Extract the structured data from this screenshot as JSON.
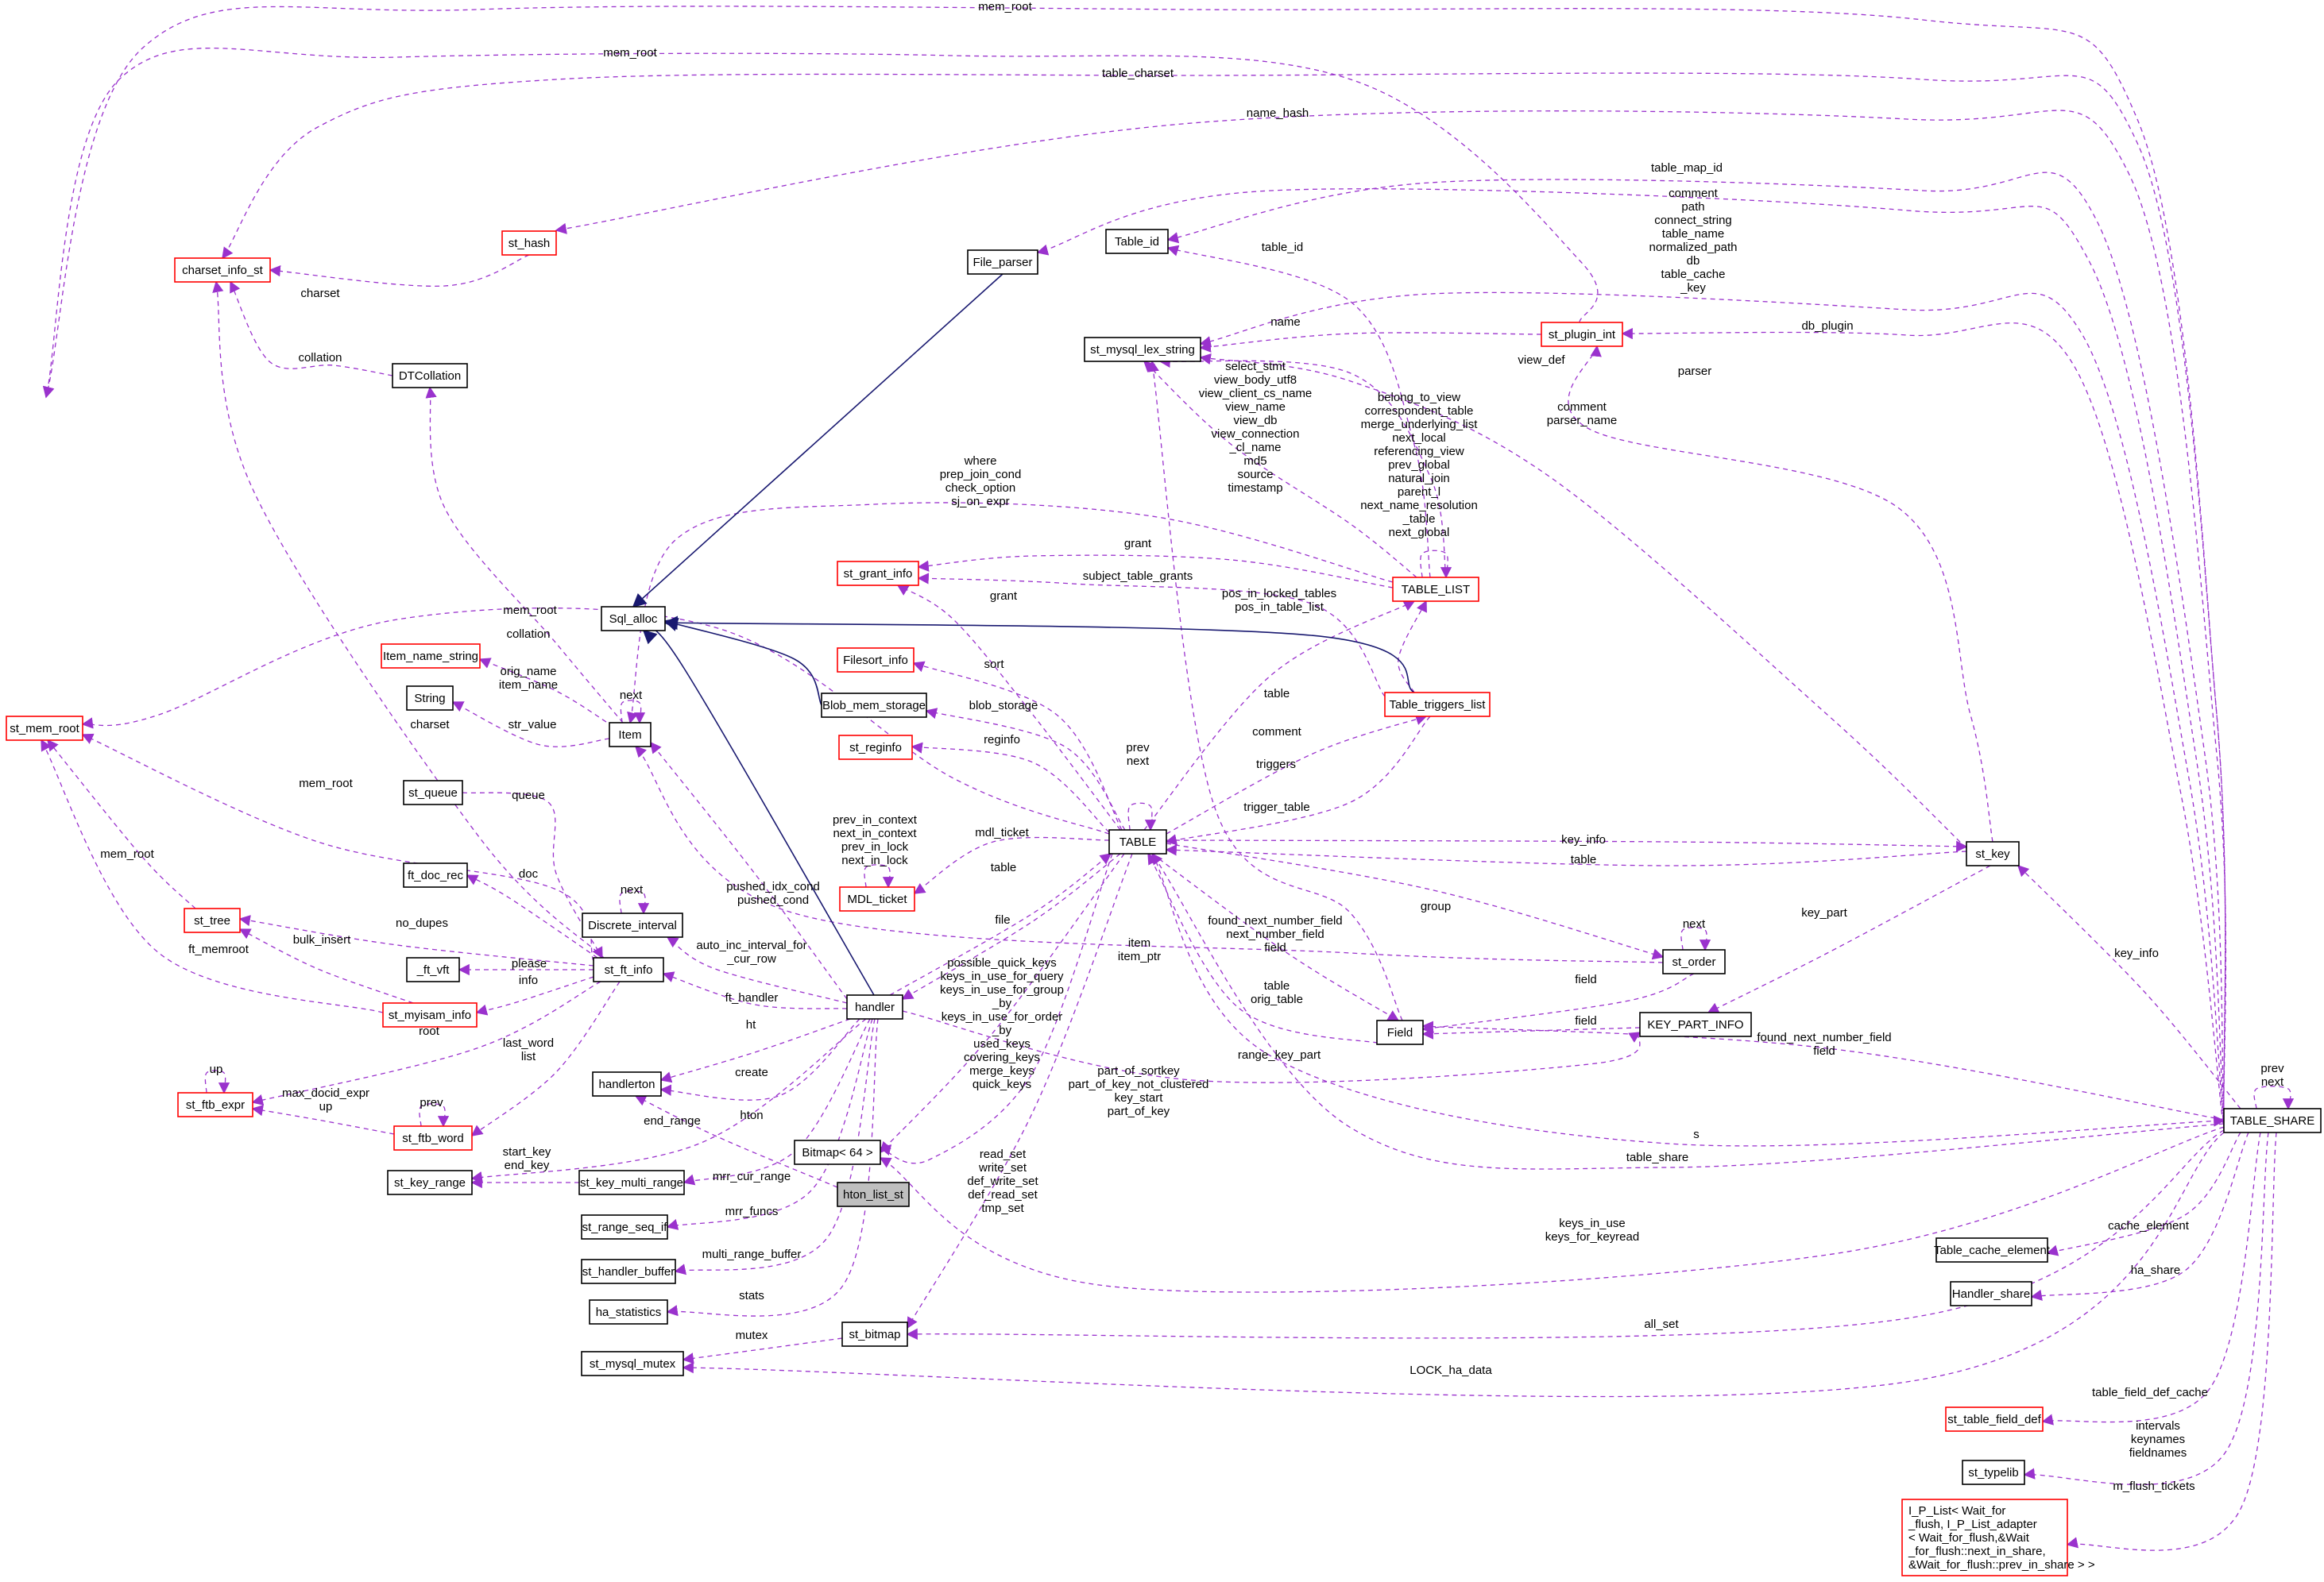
{
  "colors": {
    "background": "#ffffff",
    "usage_edge": "#9a32cd",
    "inherit_edge": "#191970",
    "node_border": "#000000",
    "undocumented_border": "#ff0000",
    "focus_fill": "#bfbfbf",
    "text": "#000000"
  },
  "nodes": [
    {
      "id": "st_mem_root",
      "label": "st_mem_root",
      "red": true
    },
    {
      "id": "charset_info_st",
      "label": "charset_info_st",
      "red": true
    },
    {
      "id": "st_hash",
      "label": "st_hash",
      "red": true
    },
    {
      "id": "dtcollation",
      "label": "DTCollation",
      "red": false
    },
    {
      "id": "file_parser",
      "label": "File_parser",
      "red": false
    },
    {
      "id": "table_id",
      "label": "Table_id",
      "red": false
    },
    {
      "id": "st_mysql_lex_string",
      "label": "st_mysql_lex_string",
      "red": false
    },
    {
      "id": "st_plugin_int",
      "label": "st_plugin_int",
      "red": true
    },
    {
      "id": "st_grant_info",
      "label": "st_grant_info",
      "red": true
    },
    {
      "id": "table_list",
      "label": "TABLE_LIST",
      "red": true
    },
    {
      "id": "sql_alloc",
      "label": "Sql_alloc",
      "red": false
    },
    {
      "id": "item_name_string",
      "label": "Item_name_string",
      "red": true
    },
    {
      "id": "filesort_info",
      "label": "Filesort_info",
      "red": true
    },
    {
      "id": "table_triggers_list",
      "label": "Table_triggers_list",
      "red": true
    },
    {
      "id": "string",
      "label": "String",
      "red": false
    },
    {
      "id": "item",
      "label": "Item",
      "red": false
    },
    {
      "id": "blob_mem_storage",
      "label": "Blob_mem_storage",
      "red": false
    },
    {
      "id": "st_reginfo",
      "label": "st_reginfo",
      "red": true
    },
    {
      "id": "st_queue",
      "label": "st_queue",
      "red": false
    },
    {
      "id": "table",
      "label": "TABLE",
      "red": false
    },
    {
      "id": "st_key",
      "label": "st_key",
      "red": false
    },
    {
      "id": "mdl_ticket",
      "label": "MDL_ticket",
      "red": true
    },
    {
      "id": "ft_doc_rec",
      "label": "ft_doc_rec",
      "red": false
    },
    {
      "id": "discrete_interval",
      "label": "Discrete_interval",
      "red": false
    },
    {
      "id": "st_tree",
      "label": "st_tree",
      "red": true
    },
    {
      "id": "st_order",
      "label": "st_order",
      "red": false
    },
    {
      "id": "ft_vft",
      "label": "_ft_vft",
      "red": false
    },
    {
      "id": "st_ft_info",
      "label": "st_ft_info",
      "red": false
    },
    {
      "id": "handler",
      "label": "handler",
      "red": false
    },
    {
      "id": "st_myisam_info",
      "label": "st_myisam_info",
      "red": true
    },
    {
      "id": "field",
      "label": "Field",
      "red": false
    },
    {
      "id": "key_part_info",
      "label": "KEY_PART_INFO",
      "red": false
    },
    {
      "id": "handlerton",
      "label": "handlerton",
      "red": false
    },
    {
      "id": "st_ftb_expr",
      "label": "st_ftb_expr",
      "red": true
    },
    {
      "id": "table_share",
      "label": "TABLE_SHARE",
      "red": false
    },
    {
      "id": "st_ftb_word",
      "label": "st_ftb_word",
      "red": true
    },
    {
      "id": "bitmap64",
      "label": "Bitmap< 64 >",
      "red": false
    },
    {
      "id": "st_key_range",
      "label": "st_key_range",
      "red": false
    },
    {
      "id": "st_key_multi_range",
      "label": "st_key_multi_range",
      "red": false
    },
    {
      "id": "hton_list_st",
      "label": "hton_list_st",
      "red": false,
      "focus": true
    },
    {
      "id": "st_range_seq_if",
      "label": "st_range_seq_if",
      "red": false
    },
    {
      "id": "table_cache_element",
      "label": "Table_cache_element",
      "red": false
    },
    {
      "id": "st_handler_buffer",
      "label": "st_handler_buffer",
      "red": false
    },
    {
      "id": "handler_share",
      "label": "Handler_share",
      "red": false
    },
    {
      "id": "ha_statistics",
      "label": "ha_statistics",
      "red": false
    },
    {
      "id": "st_bitmap",
      "label": "st_bitmap",
      "red": false
    },
    {
      "id": "st_mysql_mutex",
      "label": "st_mysql_mutex",
      "red": false
    },
    {
      "id": "st_table_field_def",
      "label": "st_table_field_def",
      "red": true
    },
    {
      "id": "st_typelib",
      "label": "st_typelib",
      "red": false
    },
    {
      "id": "i_p_list",
      "label": "I_P_List< Wait_for\n_flush, I_P_List_adapter\n< Wait_for_flush,&Wait\n_for_flush::next_in_share,\n&Wait_for_flush::prev_in_share > >",
      "red": true
    }
  ],
  "edges": [
    {
      "from": "table_share",
      "to": "st_mem_root",
      "label": "mem_root"
    },
    {
      "from": "st_plugin_int",
      "to": "st_mem_root",
      "label": "mem_root"
    },
    {
      "from": "table_share",
      "to": "charset_info_st",
      "label": "table_charset"
    },
    {
      "from": "table_share",
      "to": "st_hash",
      "label": "name_hash"
    },
    {
      "from": "st_hash",
      "to": "charset_info_st",
      "label": "charset"
    },
    {
      "from": "dtcollation",
      "to": "charset_info_st",
      "label": "collation"
    },
    {
      "from": "table_share",
      "to": "table_id",
      "label": "table_map_id"
    },
    {
      "from": "table_share",
      "to": "file_parser",
      "label": ""
    },
    {
      "from": "table_share",
      "to": "st_mysql_lex_string",
      "label": "comment\npath\nconnect_string\ntable_name\nnormalized_path\ndb\ntable_cache\n_key"
    },
    {
      "from": "table_share",
      "to": "st_plugin_int",
      "label": "db_plugin"
    },
    {
      "from": "st_plugin_int",
      "to": "st_mysql_lex_string",
      "label": "name"
    },
    {
      "from": "st_key",
      "to": "st_plugin_int",
      "label": "parser"
    },
    {
      "from": "st_key",
      "to": "st_mysql_lex_string",
      "label": "comment\nparser_name"
    },
    {
      "from": "table_list",
      "to": "table_id",
      "label": "table_id"
    },
    {
      "from": "table_list",
      "to": "st_mysql_lex_string",
      "label": "select_stmt\nview_body_utf8\nview_client_cs_name\nview_name\nview_db\nview_connection\n_cl_name\nmd5\nsource\ntimestamp"
    },
    {
      "from": "table_list",
      "to": "st_mysql_lex_string",
      "label": "view_def"
    },
    {
      "from": "table_list",
      "to": "table_list",
      "label": "belong_to_view\ncorrespondent_table\nmerge_underlying_list\nnext_local\nreferencing_view\nprev_global\nnatural_join\nparent_l\nnext_name_resolution\n_table\nnext_global"
    },
    {
      "from": "table_list",
      "to": "item",
      "label": "where\nprep_join_cond\ncheck_option\nsj_on_expr"
    },
    {
      "from": "table_list",
      "to": "st_grant_info",
      "label": "grant"
    },
    {
      "from": "table_triggers_list",
      "to": "st_grant_info",
      "label": "subject_table_grants"
    },
    {
      "from": "table_triggers_list",
      "to": "table_list",
      "label": "pos_in_locked_tables\npos_in_table_list"
    },
    {
      "from": "item",
      "to": "dtcollation",
      "label": "collation"
    },
    {
      "from": "item",
      "to": "item_name_string",
      "label": "orig_name\nitem_name"
    },
    {
      "from": "item",
      "to": "item",
      "label": "next"
    },
    {
      "from": "item",
      "to": "string",
      "label": "str_value"
    },
    {
      "from": "table",
      "to": "st_mem_root",
      "label": "mem_root"
    },
    {
      "from": "table",
      "to": "st_grant_info",
      "label": "grant"
    },
    {
      "from": "table",
      "to": "filesort_info",
      "label": "sort"
    },
    {
      "from": "table",
      "to": "blob_mem_storage",
      "label": "blob_storage"
    },
    {
      "from": "table",
      "to": "st_reginfo",
      "label": "reginfo"
    },
    {
      "from": "table",
      "to": "table_list",
      "label": "table"
    },
    {
      "from": "table",
      "to": "table_triggers_list",
      "label": "triggers"
    },
    {
      "from": "table_triggers_list",
      "to": "table",
      "label": "trigger_table"
    },
    {
      "from": "table",
      "to": "table",
      "label": "prev\nnext"
    },
    {
      "from": "table",
      "to": "mdl_ticket",
      "label": "mdl_ticket"
    },
    {
      "from": "mdl_ticket",
      "to": "mdl_ticket",
      "label": "prev_in_context\nnext_in_context\nprev_in_lock\nnext_in_lock"
    },
    {
      "from": "st_key",
      "to": "table",
      "label": "table"
    },
    {
      "from": "table",
      "to": "st_key",
      "label": "key_info"
    },
    {
      "from": "handler",
      "to": "table",
      "label": "table"
    },
    {
      "from": "table",
      "to": "handler",
      "label": "file"
    },
    {
      "from": "table",
      "to": "st_order",
      "label": "group"
    },
    {
      "from": "st_order",
      "to": "st_order",
      "label": "next"
    },
    {
      "from": "st_order",
      "to": "item",
      "label": "item\nitem_ptr"
    },
    {
      "from": "st_order",
      "to": "field",
      "label": "field"
    },
    {
      "from": "table",
      "to": "field",
      "label": "found_next_number_field\nnext_number_field\nfield"
    },
    {
      "from": "field",
      "to": "table",
      "label": "table\norig_table"
    },
    {
      "from": "field",
      "to": "st_mysql_lex_string",
      "label": "comment"
    },
    {
      "from": "key_part_info",
      "to": "field",
      "label": "field"
    },
    {
      "from": "st_key",
      "to": "key_part_info",
      "label": "key_part"
    },
    {
      "from": "table_share",
      "to": "field",
      "label": "found_next_number_field\nfield"
    },
    {
      "from": "handler",
      "to": "key_part_info",
      "label": "range_key_part"
    },
    {
      "from": "table",
      "to": "table_share",
      "label": "s"
    },
    {
      "from": "table_share",
      "to": "table_share",
      "label": "prev\nnext"
    },
    {
      "from": "table_share",
      "to": "st_key",
      "label": "key_info"
    },
    {
      "from": "st_queue",
      "to": "st_ft_info",
      "label": "queue"
    },
    {
      "from": "st_ft_info",
      "to": "st_mem_root",
      "label": "mem_root"
    },
    {
      "from": "st_ft_info",
      "to": "charset_info_st",
      "label": "charset"
    },
    {
      "from": "st_ft_info",
      "to": "ft_doc_rec",
      "label": "doc"
    },
    {
      "from": "discrete_interval",
      "to": "discrete_interval",
      "label": "next"
    },
    {
      "from": "st_ft_info",
      "to": "st_tree",
      "label": "no_dupes"
    },
    {
      "from": "st_tree",
      "to": "st_mem_root",
      "label": "mem_root"
    },
    {
      "from": "st_myisam_info",
      "to": "st_mem_root",
      "label": "ft_memroot"
    },
    {
      "from": "st_myisam_info",
      "to": "st_tree",
      "label": "bulk_insert"
    },
    {
      "from": "st_ft_info",
      "to": "ft_vft",
      "label": "please"
    },
    {
      "from": "st_ft_info",
      "to": "st_myisam_info",
      "label": "info"
    },
    {
      "from": "st_ft_info",
      "to": "st_ftb_expr",
      "label": "root"
    },
    {
      "from": "st_ft_info",
      "to": "st_ftb_word",
      "label": "last_word\nlist"
    },
    {
      "from": "st_ftb_expr",
      "to": "st_ftb_expr",
      "label": "up"
    },
    {
      "from": "st_ftb_word",
      "to": "st_ftb_expr",
      "label": "max_docid_expr\nup"
    },
    {
      "from": "st_ftb_word",
      "to": "st_ftb_word",
      "label": "prev"
    },
    {
      "from": "handler",
      "to": "item",
      "label": "pushed_idx_cond\npushed_cond"
    },
    {
      "from": "handler",
      "to": "discrete_interval",
      "label": "auto_inc_interval_for\n_cur_row"
    },
    {
      "from": "handler",
      "to": "st_ft_info",
      "label": "ft_handler"
    },
    {
      "from": "handler",
      "to": "handlerton",
      "label": "ht"
    },
    {
      "from": "handler",
      "to": "handlerton",
      "label": "create"
    },
    {
      "from": "hton_list_st",
      "to": "handlerton",
      "label": "hton"
    },
    {
      "from": "handler",
      "to": "st_key_range",
      "label": "end_range"
    },
    {
      "from": "st_key_multi_range",
      "to": "st_key_range",
      "label": "start_key\nend_key"
    },
    {
      "from": "handler",
      "to": "st_key_multi_range",
      "label": "mrr_cur_range"
    },
    {
      "from": "handler",
      "to": "st_range_seq_if",
      "label": "mrr_funcs"
    },
    {
      "from": "handler",
      "to": "st_handler_buffer",
      "label": "multi_range_buffer"
    },
    {
      "from": "handler",
      "to": "ha_statistics",
      "label": "stats"
    },
    {
      "from": "table",
      "to": "bitmap64",
      "label": "possible_quick_keys\nkeys_in_use_for_query\nkeys_in_use_for_group\n_by\nkeys_in_use_for_order\n_by\nused_keys\ncovering_keys\nmerge_keys\nquick_keys"
    },
    {
      "from": "table",
      "to": "bitmap64",
      "label": "part_of_sortkey\npart_of_key_not_clustered\nkey_start\npart_of_key"
    },
    {
      "from": "table",
      "to": "st_bitmap",
      "label": "read_set\nwrite_set\ndef_write_set\ndef_read_set\ntmp_set"
    },
    {
      "from": "table_share",
      "to": "table",
      "label": "table_share"
    },
    {
      "from": "table_share",
      "to": "bitmap64",
      "label": "keys_in_use\nkeys_for_keyread"
    },
    {
      "from": "table_share",
      "to": "st_bitmap",
      "label": "all_set"
    },
    {
      "from": "st_bitmap",
      "to": "st_mysql_mutex",
      "label": "mutex"
    },
    {
      "from": "table_share",
      "to": "st_mysql_mutex",
      "label": "LOCK_ha_data"
    },
    {
      "from": "table_share",
      "to": "table_cache_element",
      "label": "cache_element"
    },
    {
      "from": "table_share",
      "to": "handler_share",
      "label": "ha_share"
    },
    {
      "from": "table_share",
      "to": "st_table_field_def",
      "label": "table_field_def_cache"
    },
    {
      "from": "table_share",
      "to": "st_typelib",
      "label": "intervals\nkeynames\nfieldnames"
    },
    {
      "from": "table_share",
      "to": "i_p_list",
      "label": "m_flush_tickets"
    },
    {
      "from": "sql_alloc",
      "to": "file_parser",
      "label": "",
      "inherit": true
    },
    {
      "from": "sql_alloc",
      "to": "blob_mem_storage",
      "label": "",
      "inherit": true
    },
    {
      "from": "sql_alloc",
      "to": "table_triggers_list",
      "label": "",
      "inherit": true
    },
    {
      "from": "sql_alloc",
      "to": "handler",
      "label": "",
      "inherit": true
    }
  ]
}
